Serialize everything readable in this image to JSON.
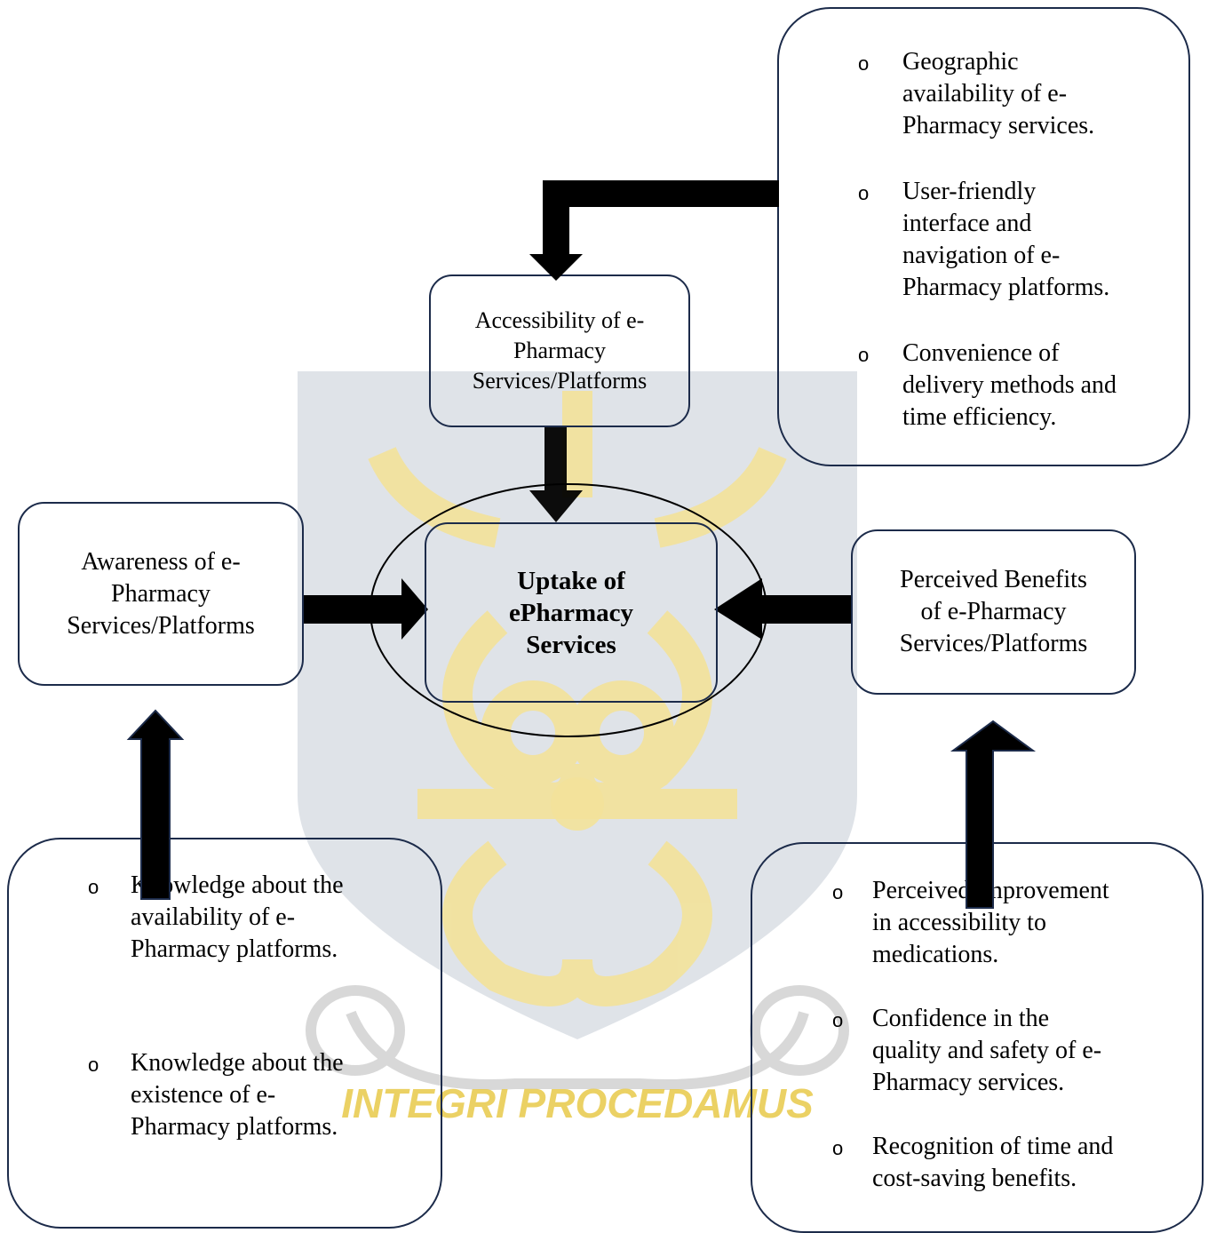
{
  "diagram": {
    "center": {
      "lines": [
        "Uptake of",
        "ePharmacy",
        "Services"
      ]
    },
    "accessibility": {
      "lines": [
        "Accessibility of e-",
        "Pharmacy",
        "Services/Platforms"
      ]
    },
    "awareness": {
      "lines": [
        "Awareness of e-",
        "Pharmacy",
        "Services/Platforms"
      ]
    },
    "benefits": {
      "lines": [
        "Perceived Benefits",
        "of e-Pharmacy",
        "Services/Platforms"
      ]
    },
    "accessibility_factors": [
      {
        "bullet": "o",
        "lines": [
          "Geographic",
          "availability of e-",
          "Pharmacy services."
        ]
      },
      {
        "bullet": "o",
        "lines": [
          "User-friendly",
          "interface and",
          "navigation of e-",
          "Pharmacy platforms."
        ]
      },
      {
        "bullet": "o",
        "lines": [
          "Convenience of",
          "delivery methods and",
          "time efficiency."
        ]
      }
    ],
    "awareness_factors": [
      {
        "bullet": "o",
        "lines": [
          "Knowledge about the",
          "availability of e-",
          "Pharmacy platforms."
        ]
      },
      {
        "bullet": "o",
        "lines": [
          "Knowledge about the",
          "existence of e-",
          "Pharmacy platforms."
        ]
      }
    ],
    "benefit_factors": [
      {
        "bullet": "o",
        "lines": [
          "Perceived improvement",
          "in accessibility to",
          "medications."
        ]
      },
      {
        "bullet": "o",
        "lines": [
          "Confidence in the",
          "quality and safety of e-",
          "Pharmacy services."
        ]
      },
      {
        "bullet": "o",
        "lines": [
          "Recognition of time and",
          "cost-saving benefits."
        ]
      }
    ]
  },
  "watermark": {
    "motto": "INTEGRI PROCEDAMUS",
    "shield_color": "#c4ccd6",
    "emblem_color": "#f3e29a",
    "text_color": "#e8c94a"
  },
  "colors": {
    "border": "#1c2b4a",
    "arrow": "#000000"
  }
}
